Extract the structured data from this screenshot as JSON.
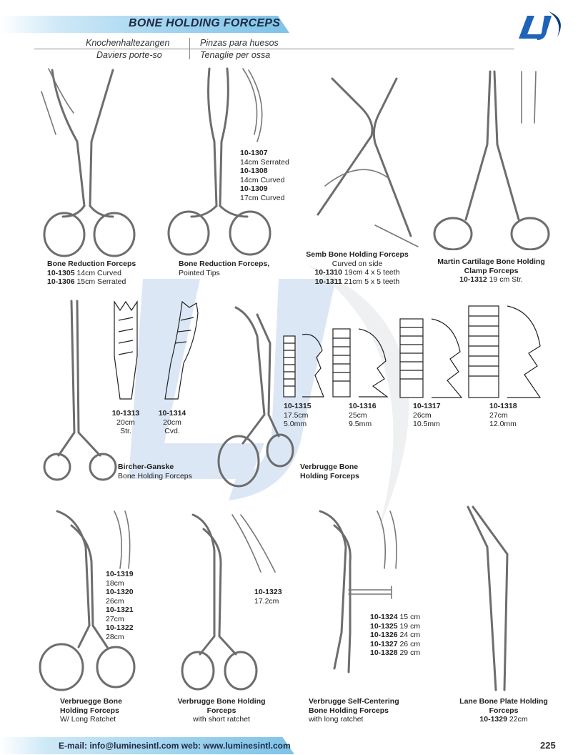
{
  "header": {
    "title": "BONE HOLDING FORCEPS",
    "lang_de": "Knochenhaltezangen",
    "lang_es": "Pinzas para huesos",
    "lang_fr": "Daviers porte-so",
    "lang_it": "Tenaglie per ossa"
  },
  "colors": {
    "accent": "#7ec3e8",
    "title": "#1f2a44",
    "logo": "#1e63b8"
  },
  "products": {
    "p1": {
      "name": "Bone Reduction Forceps",
      "c1": "10-1305",
      "d1": "14cm Curved",
      "c2": "10-1306",
      "d2": "15cm Serrated"
    },
    "p2": {
      "name": "Bone Reduction Forceps,",
      "sub": "Pointed Tips",
      "c1": "10-1307",
      "d1": "14cm Serrated",
      "c2": "10-1308",
      "d2": "14cm Curved",
      "c3": "10-1309",
      "d3": "17cm Curved"
    },
    "p3": {
      "name": "Semb Bone Holding Forceps",
      "sub": "Curved on side",
      "c1": "10-1310",
      "d1": "19cm 4 x 5 teeth",
      "c2": "10-1311",
      "d2": "21cm 5 x 5 teeth"
    },
    "p4": {
      "name1": "Martin Cartilage Bone Holding",
      "name2": "Clamp Forceps",
      "c1": "10-1312",
      "d1": "19 cm Str."
    },
    "p5": {
      "name": "Bircher-Ganske",
      "sub": "Bone Holding Forceps",
      "c1": "10-1313",
      "d1a": "20cm",
      "d1b": "Str.",
      "c2": "10-1314",
      "d2a": "20cm",
      "d2b": "Cvd."
    },
    "p6": {
      "name1": "Verbrugge Bone",
      "name2": "Holding Forceps",
      "c1": "10-1315",
      "d1a": "17.5cm",
      "d1b": "5.0mm",
      "c2": "10-1316",
      "d2a": "25cm",
      "d2b": "9.5mm",
      "c3": "10-1317",
      "d3a": "26cm",
      "d3b": "10.5mm",
      "c4": "10-1318",
      "d4a": "27cm",
      "d4b": "12.0mm"
    },
    "p7": {
      "name1": "Verbruegge Bone",
      "name2": "Holding Forceps",
      "sub": "W/ Long Ratchet",
      "c1": "10-1319",
      "d1": "18cm",
      "c2": "10-1320",
      "d2": "26cm",
      "c3": "10-1321",
      "d3": "27cm",
      "c4": "10-1322",
      "d4": "28cm"
    },
    "p8": {
      "name1": "Verbrugge Bone Holding",
      "name2": "Forceps",
      "sub": "with short ratchet",
      "c1": "10-1323",
      "d1": "17.2cm"
    },
    "p9": {
      "name1": "Verbrugge Self-Centering",
      "name2": "Bone Holding Forceps",
      "sub": "with long ratchet",
      "c1": "10-1324",
      "d1": "15 cm",
      "c2": "10-1325",
      "d2": "19 cm",
      "c3": "10-1326",
      "d3": "24 cm",
      "c4": "10-1327",
      "d4": "26 cm",
      "c5": "10-1328",
      "d5": "29 cm"
    },
    "p10": {
      "name1": "Lane Bone Plate Holding",
      "name2": "Forceps",
      "c1": "10-1329",
      "d1": "22cm"
    }
  },
  "footer": {
    "contact": "E-mail: info@luminesintl.com  web: www.luminesintl.com",
    "page": "225"
  }
}
